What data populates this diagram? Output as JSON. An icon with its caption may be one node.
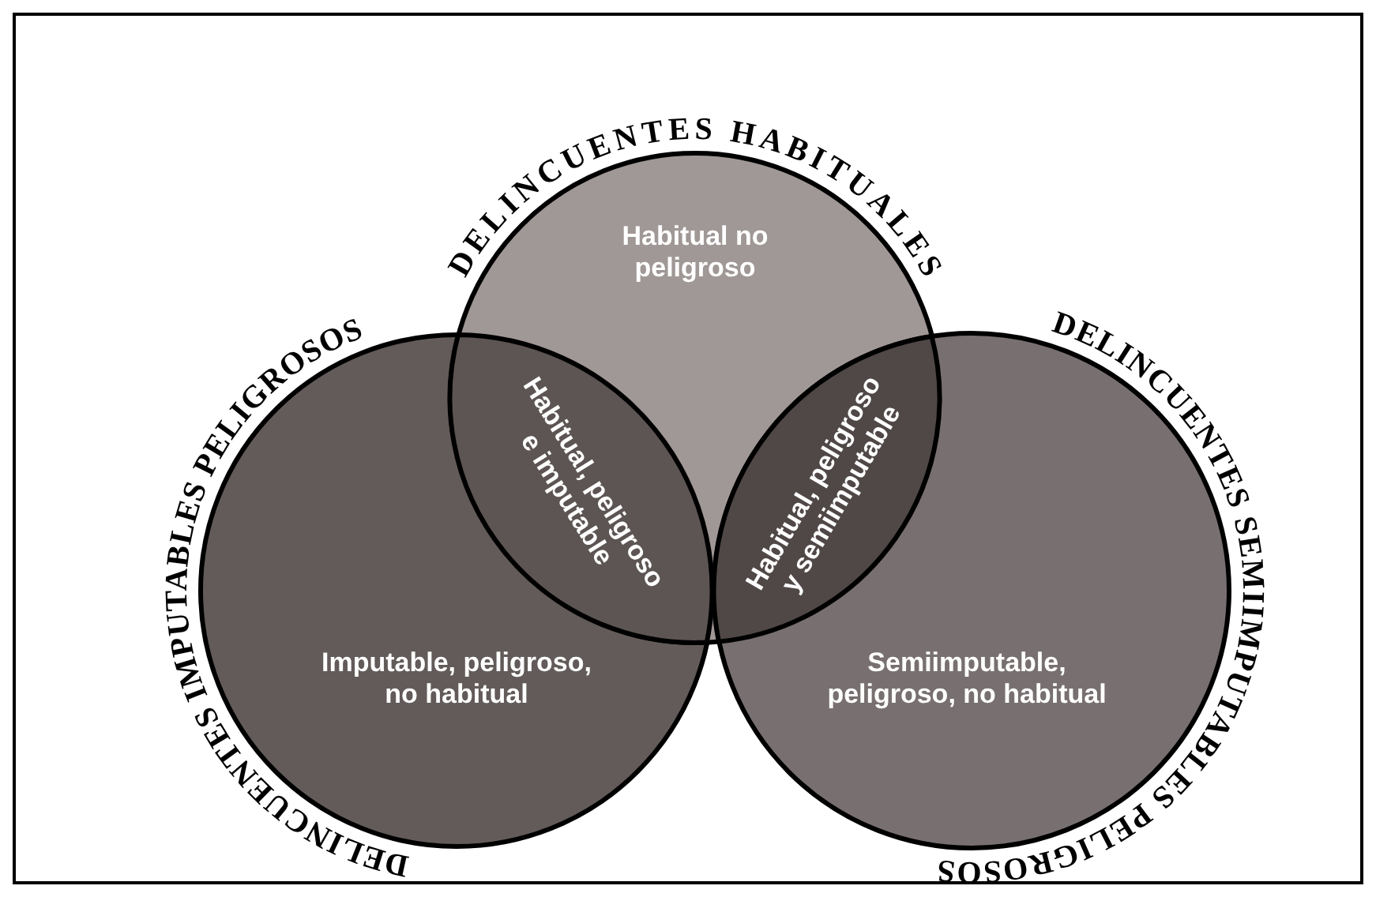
{
  "diagram": {
    "nodes": [
      {
        "text": [
          "DELINCUENTES IMPUTABLES PELIGROSOS",
          "Imputable, peligroso, no habitual"
        ]
      },
      {
        "text": [
          "DELINCUENTES HABITUALES",
          "Habitual no peligroso"
        ]
      },
      {
        "text": [
          "DELINCUENTES SEMIIMPUTABLES PELIGROSOS",
          "Semiimputable, peligroso, no habitual"
        ]
      },
      {
        "text": [
          "Habitual, peligroso e imputable"
        ]
      },
      {
        "text": [
          "Habitual, peligroso y semiimputable"
        ]
      }
    ],
    "edges": []
  }
}
